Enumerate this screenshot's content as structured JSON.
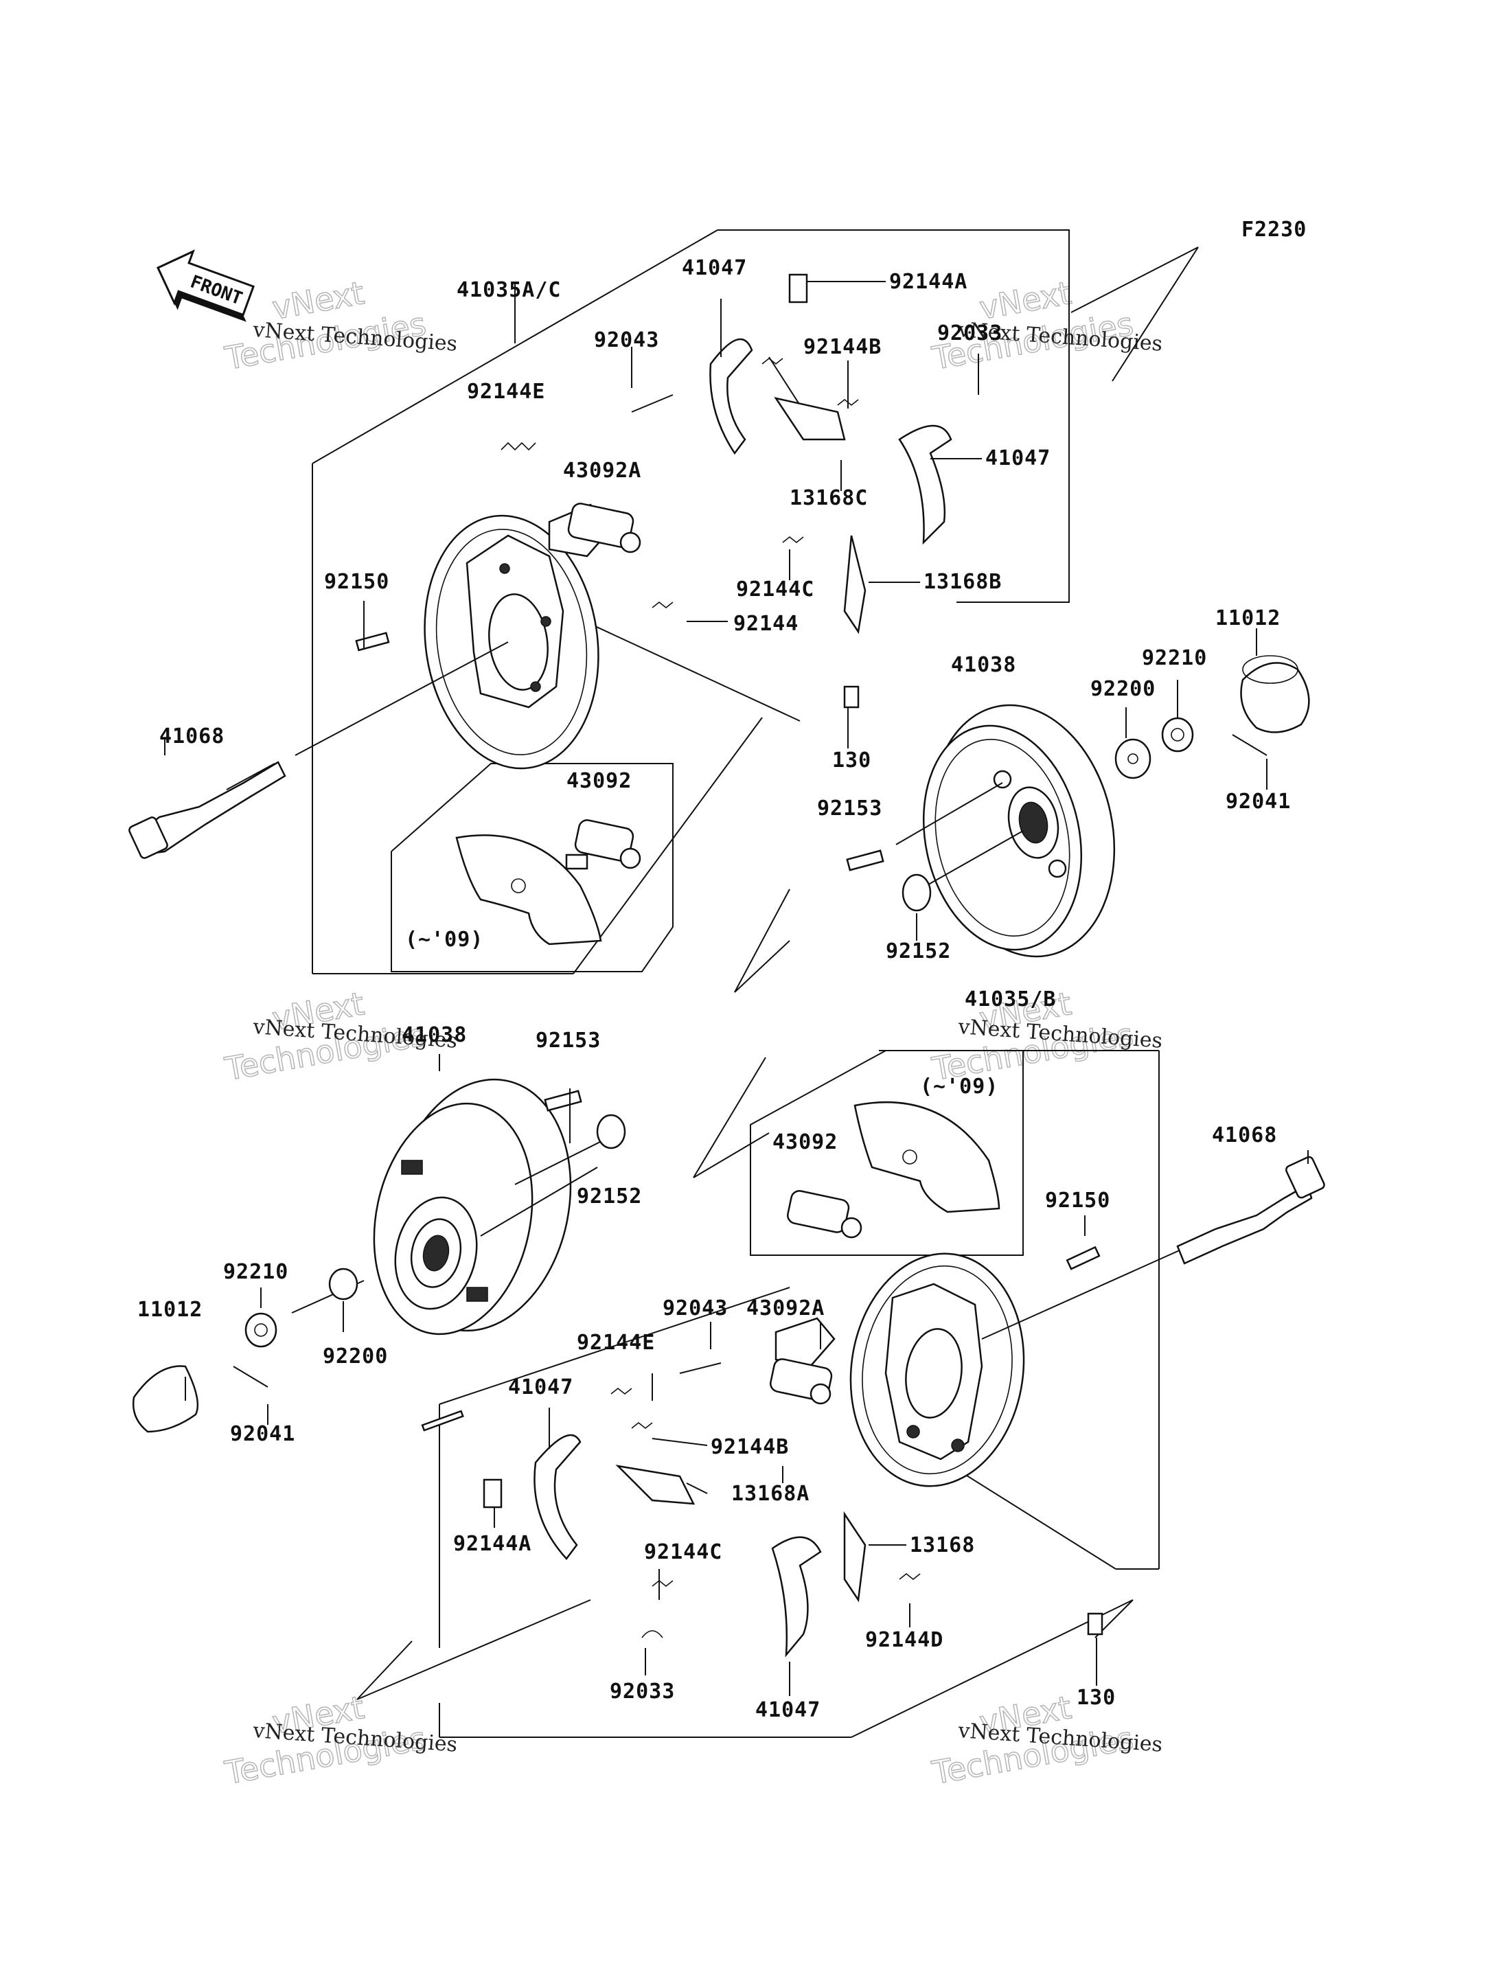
{
  "diagram": {
    "figure_code": "F2230",
    "front_label": "FRONT",
    "labels": [
      {
        "id": "a1",
        "text": "41035A/C"
      },
      {
        "id": "a2",
        "text": "41047"
      },
      {
        "id": "a3",
        "text": "92144A"
      },
      {
        "id": "a4",
        "text": "92043"
      },
      {
        "id": "a5",
        "text": "92144B"
      },
      {
        "id": "a6",
        "text": "92033"
      },
      {
        "id": "a7",
        "text": "92144E"
      },
      {
        "id": "a8",
        "text": "43092A"
      },
      {
        "id": "a9",
        "text": "13168C"
      },
      {
        "id": "a10",
        "text": "41047"
      },
      {
        "id": "a11",
        "text": "92150"
      },
      {
        "id": "a12",
        "text": "92144C"
      },
      {
        "id": "a13",
        "text": "13168B"
      },
      {
        "id": "a14",
        "text": "92144"
      },
      {
        "id": "a15",
        "text": "11012"
      },
      {
        "id": "a16",
        "text": "41038"
      },
      {
        "id": "a17",
        "text": "92210"
      },
      {
        "id": "a18",
        "text": "92200"
      },
      {
        "id": "a19",
        "text": "41068"
      },
      {
        "id": "a20",
        "text": "130"
      },
      {
        "id": "a21",
        "text": "92041"
      },
      {
        "id": "a22",
        "text": "43092"
      },
      {
        "id": "a23",
        "text": "92153"
      },
      {
        "id": "a24",
        "text": "(~'09)"
      },
      {
        "id": "a25",
        "text": "92152"
      },
      {
        "id": "b1",
        "text": "41035/B"
      },
      {
        "id": "b2",
        "text": "41038"
      },
      {
        "id": "b3",
        "text": "92153"
      },
      {
        "id": "b4",
        "text": "(~'09)"
      },
      {
        "id": "b5",
        "text": "41068"
      },
      {
        "id": "b6",
        "text": "43092"
      },
      {
        "id": "b7",
        "text": "92152"
      },
      {
        "id": "b8",
        "text": "92150"
      },
      {
        "id": "b9",
        "text": "92210"
      },
      {
        "id": "b10",
        "text": "11012"
      },
      {
        "id": "b11",
        "text": "92043"
      },
      {
        "id": "b12",
        "text": "43092A"
      },
      {
        "id": "b13",
        "text": "92200"
      },
      {
        "id": "b14",
        "text": "92144E"
      },
      {
        "id": "b15",
        "text": "41047"
      },
      {
        "id": "b16",
        "text": "92144B"
      },
      {
        "id": "b17",
        "text": "92041"
      },
      {
        "id": "b18",
        "text": "13168A"
      },
      {
        "id": "b19",
        "text": "92144A"
      },
      {
        "id": "b20",
        "text": "92144C"
      },
      {
        "id": "b21",
        "text": "13168"
      },
      {
        "id": "b22",
        "text": "92144D"
      },
      {
        "id": "b23",
        "text": "92033"
      },
      {
        "id": "b24",
        "text": "41047"
      },
      {
        "id": "b25",
        "text": "130"
      }
    ]
  },
  "watermark": {
    "line1": "vNext",
    "line2": "Technologies",
    "caption": "vNext Technologies"
  }
}
